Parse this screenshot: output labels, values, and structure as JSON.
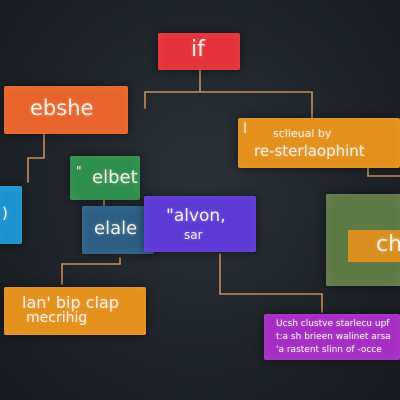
{
  "colors": {
    "red": "#e5323a",
    "orange": "#e8642c",
    "amber": "#e3901c",
    "green": "#2e8f4c",
    "blue": "#2d5f86",
    "cyan": "#1c93d0",
    "indigo": "#5d3ad6",
    "magenta": "#a52dc4",
    "olive": "#5e7a44",
    "line": "#d79a5a"
  },
  "nodes": {
    "if": {
      "text": "if"
    },
    "else": {
      "text": "ebshe"
    },
    "cond": {
      "line1": "sclieual by",
      "line2": "re-sterlaophint",
      "prefix": "I"
    },
    "elbet": {
      "text": "elbet",
      "mark": "\""
    },
    "elale": {
      "text": "elale"
    },
    "alvon": {
      "line1": "\"alvon,",
      "line2": "sar"
    },
    "left_edge": {
      "text": ")"
    },
    "lan": {
      "line1": "lan' bip clap",
      "line2": "mecrihig"
    },
    "ch": {
      "text": "ch"
    },
    "ush": {
      "line1": "Ucsh clustve starlecu upf",
      "line2": "t:a sh brieen walinet arsa",
      "line3": "'a rastent slinn of -occe"
    }
  }
}
